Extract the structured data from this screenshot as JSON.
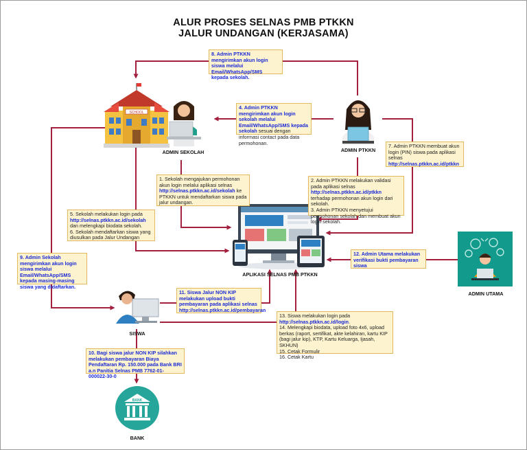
{
  "title": {
    "line1": "ALUR PROSES SELNAS PMB PTKKN",
    "line2": "JALUR UNDANGAN (KERJASAMA)"
  },
  "actors": {
    "admin_sekolah": "ADMIN SEKOLAH",
    "admin_ptkkn": "ADMIN PTKKN",
    "aplikasi": "APLIKASI SELNAS PMB PTKKN",
    "admin_utama": "ADMIN UTAMA",
    "siswa": "SISWA",
    "bank": "BANK",
    "school_sign": "SCHOOL",
    "bank_sign": "BANK"
  },
  "steps": {
    "s8": "8. Admin PTKKN mengirimkan akun login siswa melalui Email/WhatsApp/SMS kepada sekolah.",
    "s4_a": "4. Admin PTKKN mengirimkan akun login sekolah melalui Email/WhatsApp/SMS kepada sekolah",
    "s4_b": " sesuai dengan informasi contact pada data permohonan.",
    "s7_a": "7. Admin PTKKN membuat akun login (PIN) siswa pada aplikasi selnas ",
    "s7_url": "http://selnas.ptkkn.ac.id/ptkkn",
    "s1_a": "1. Sekolah mengajukan permohonan akun login melalui aplikasi selnas ",
    "s1_url": "http://selnas.ptkkn.ac.id/sekolah",
    "s1_b": " ke PTKKN untuk mendaftarkan siswa pada jalur undangan.",
    "s2_a": "2. Admin PTKKN melakukan validasi pada aplikasi selnas ",
    "s2_url": "http://selnas.ptkkn.ac.id/ptkkn",
    "s2_b": " terhadap permohonan akun login dari sekolah.",
    "s3": "3. Admin PTKKN menyetujui permohonan sekolah dan membuat akun login sekolah.",
    "s5_a": "5. Sekolah melakukan login pada ",
    "s5_url": "http://selnas.ptkkn.ac.id/sekolah",
    "s5_b": " dan melengkapi biodata sekolah.",
    "s6": "6. Sekolah mendaftarkan siswa yang diusulkan pada Jalur Undangan",
    "s9": "9. Admin Sekolah mengirimkan akun login siswa melalui Email/WhatsApp/SMS kepada masing-masing siswa yang didaftarkan.",
    "s12": "12. Admin Utama melakukan verifikasi bukti pembayaran siswa",
    "s11_a": "11. Siswa Jalur NON KIP melakukan upload bukti pembayaran pada aplikasi selnas ",
    "s11_url": "http://selnas.ptkkn.ac.id/pembayaran",
    "s13_a": "13. Siswa melakukan login pada ",
    "s13_url": "http://selnas.ptkkn.ac.id/login",
    "s13_b": ".",
    "s14": "14. Melengkapi biodata, upload foto 4x6, upload berkas (raport, sertifikat, akte kelahiran, kartu KIP (bagi jalur kip), KTP, Kartu Keluarga, Ijasah, SKHUN)",
    "s15": "15. Cetak Formulir",
    "s16": "16. Cetak Kartu",
    "s10": "10. Bagi siswa jalur NON KIP silahkan melakukan pembayaran Biaya Pendaftaran Rp. 150.000 pada Bank BRI a.n Panitia Selnas PMB 7762-01-000022-30-0"
  },
  "colors": {
    "arrow": "#a3203f",
    "box_fill": "#fdf3cf",
    "box_border": "#e2b95f",
    "link": "#1b2bd6",
    "teal": "#129a8c",
    "bank_bg": "#26a69a"
  }
}
